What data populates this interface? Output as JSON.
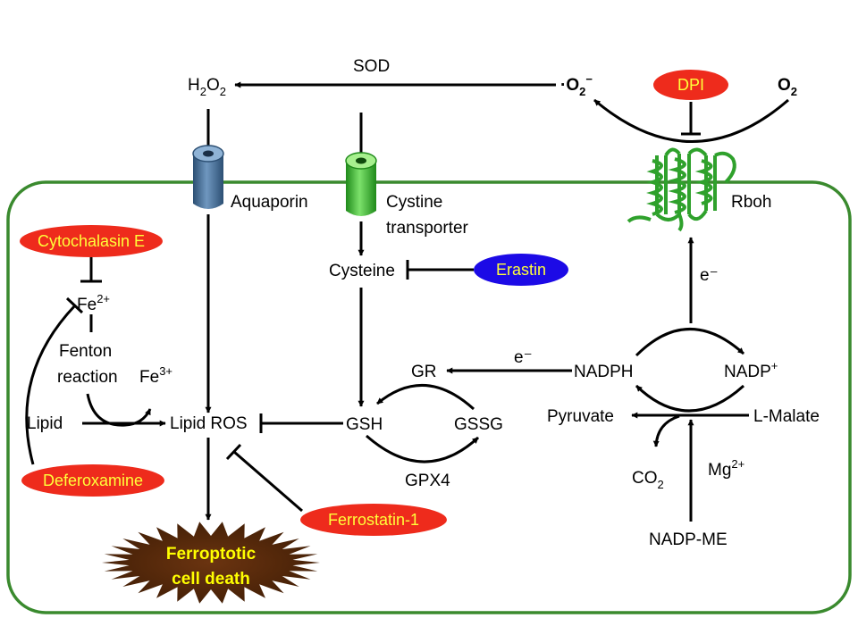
{
  "colors": {
    "cell_membrane": "#3a8a2e",
    "inhibitor_red": "#ee2b1c",
    "inhibitor_blue": "#1c0ae6",
    "inhibitor_text": "#ffff3a",
    "death_fill": "#5a2a08",
    "death_text": "#ffff00",
    "aquaporin": "#3e6a93",
    "transporter": "#36b32e",
    "rboh": "#2fa12c"
  },
  "labels": {
    "h2o2_main": "H",
    "h2o2_sub1": "2",
    "h2o2_o": "O",
    "h2o2_sub2": "2",
    "sod": "SOD",
    "superoxide_dot": "·",
    "superoxide_o": "O",
    "superoxide_sub": "2",
    "superoxide_sup": "−",
    "o2_o": "O",
    "o2_sub": "2",
    "aquaporin": "Aquaporin",
    "cystine_1": "Cystine",
    "cystine_2": "transporter",
    "rboh": "Rboh",
    "cysteine": "Cysteine",
    "fe2_base": "Fe",
    "fe2_sup": "2+",
    "fenton_1": "Fenton",
    "fenton_2": "reaction",
    "fe3_base": "Fe",
    "fe3_sup": "3+",
    "lipid": "Lipid",
    "lipid_ros": "Lipid ROS",
    "gr": "GR",
    "gsh": "GSH",
    "gssg": "GSSG",
    "gpx4": "GPX4",
    "e_minus_left": "e⁻",
    "e_minus_up": "e⁻",
    "nadph": "NADPH",
    "nadp_base": "NADP",
    "nadp_sup": "+",
    "pyruvate": "Pyruvate",
    "l_malate": "L-Malate",
    "co2_base": "CO",
    "co2_sub": "2",
    "mg_base": "Mg",
    "mg_sup": "2+",
    "nadp_me": "NADP-ME"
  },
  "inhibitors": {
    "dpi": "DPI",
    "cytochalasin": "Cytochalasin E",
    "erastin": "Erastin",
    "deferoxamine": "Deferoxamine",
    "ferrostatin": "Ferrostatin-1"
  },
  "death": {
    "line1": "Ferroptotic",
    "line2": "cell death"
  }
}
